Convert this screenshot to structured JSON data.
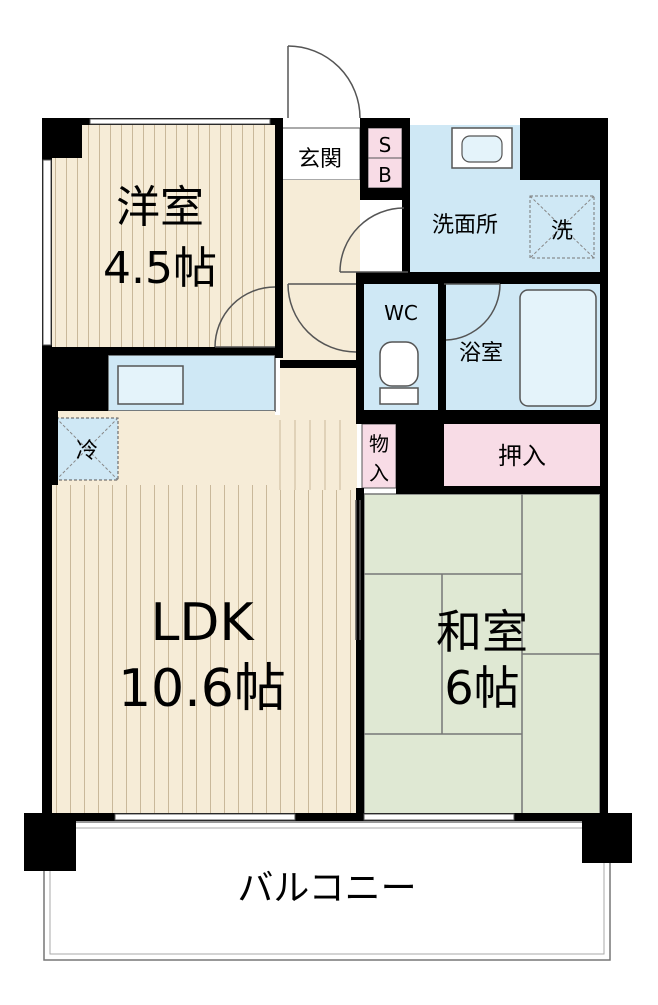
{
  "rooms": {
    "western": {
      "name": "洋室",
      "size": "4.5帖"
    },
    "ldk": {
      "name": "LDK",
      "size": "10.6帖"
    },
    "japanese": {
      "name": "和室",
      "size": "6帖"
    },
    "entrance": "玄関",
    "shoe_box_top": "S",
    "shoe_box_bottom": "B",
    "washroom": "洗面所",
    "washer": "洗",
    "wc": "WC",
    "bath": "浴室",
    "storage_top": "物",
    "storage_bottom": "入",
    "closet": "押入",
    "fridge": "冷",
    "balcony": "バルコニー"
  },
  "colors": {
    "wood_floor": "#f6ecd7",
    "tatami": "#dfe8d3",
    "wet_area": "#cfe8f5",
    "closet": "#f8dce6",
    "wall": "#000000"
  }
}
